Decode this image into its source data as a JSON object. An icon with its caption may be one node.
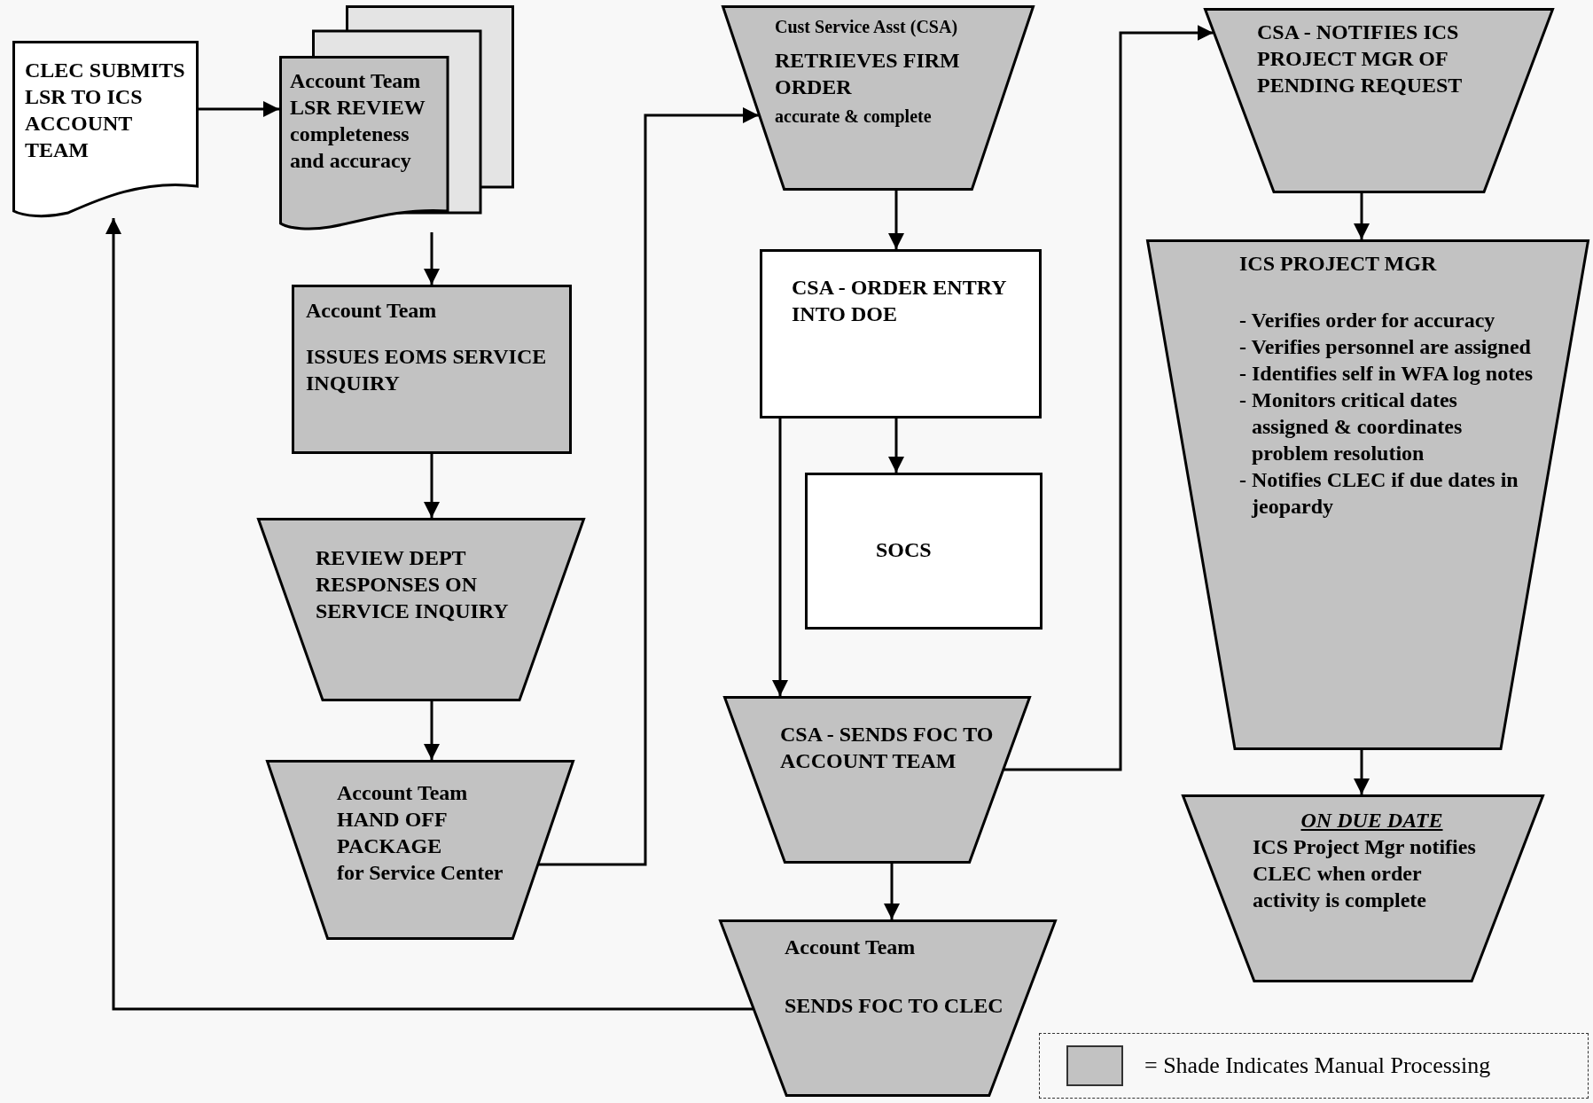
{
  "diagram": {
    "nodes": [
      {
        "text": [
          "CLEC SUBMITS LSR TO ICS ACCOUNT TEAM"
        ]
      },
      {
        "text": [
          "Account Team",
          "LSR REVIEW",
          "completeness and accuracy"
        ]
      },
      {
        "text": [
          "Account Team",
          "ISSUES EOMS SERVICE INQUIRY"
        ]
      },
      {
        "text": [
          "REVIEW DEPT RESPONSES ON SERVICE INQUIRY"
        ]
      },
      {
        "text": [
          "Account Team",
          "HAND OFF PACKAGE",
          "for Service Center"
        ]
      },
      {
        "text": [
          "Cust Service Asst (CSA)",
          "RETRIEVES FIRM ORDER",
          "accurate & complete"
        ]
      },
      {
        "text": [
          "CSA - ORDER ENTRY INTO DOE"
        ]
      },
      {
        "text": [
          "SOCS"
        ]
      },
      {
        "text": [
          "CSA - SENDS FOC TO ACCOUNT TEAM"
        ]
      },
      {
        "text": [
          "Account Team",
          "SENDS FOC TO CLEC"
        ]
      },
      {
        "text": [
          "CSA - NOTIFIES ICS PROJECT MGR OF PENDING REQUEST"
        ]
      },
      {
        "text": [
          "ICS PROJECT MGR",
          "- Verifies order for accuracy",
          "- Verifies personnel are assigned",
          "- Identifies self in WFA log notes",
          "- Monitors critical dates assigned & coordinates problem resolution",
          "- Notifies CLEC if due dates in jeopardy"
        ]
      },
      {
        "text": [
          "ON DUE DATE",
          "ICS Project Mgr notifies CLEC when order activity is complete"
        ]
      }
    ],
    "edges": [
      {
        "from": 0,
        "to": 1,
        "arrow": "to"
      },
      {
        "from": 1,
        "to": 2,
        "arrow": "to"
      },
      {
        "from": 2,
        "to": 3,
        "arrow": "to"
      },
      {
        "from": 3,
        "to": 4,
        "arrow": "to"
      },
      {
        "from": 4,
        "to": 5,
        "arrow": "to"
      },
      {
        "from": 5,
        "to": 6,
        "arrow": "to"
      },
      {
        "from": 6,
        "to": 7,
        "arrow": "to"
      },
      {
        "from": 6,
        "to": 8,
        "arrow": "to"
      },
      {
        "from": 8,
        "to": 10,
        "arrow": "to"
      },
      {
        "from": 10,
        "to": 11,
        "arrow": "to"
      },
      {
        "from": 11,
        "to": 12,
        "arrow": "to"
      },
      {
        "from": 8,
        "to": 9,
        "arrow": "to"
      },
      {
        "from": 9,
        "to": 0,
        "arrow": "to"
      }
    ],
    "legend": [
      {
        "text": "= Shade Indicates Manual Processing",
        "color": "#c2c2c2"
      }
    ]
  }
}
